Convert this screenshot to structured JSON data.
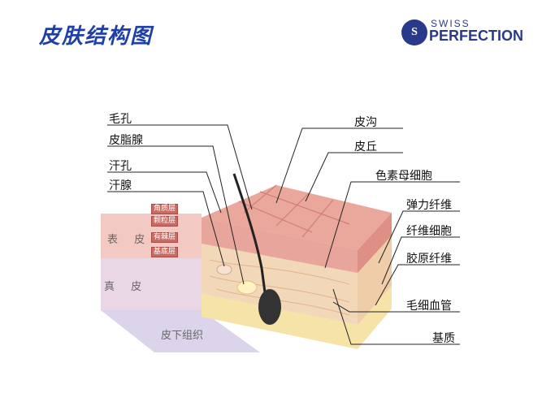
{
  "title": "皮肤结构图",
  "logo": {
    "line1": "SWISS",
    "line2": "PERFECTION",
    "mark": "S"
  },
  "layers": {
    "epidermis": "表 皮",
    "dermis": "真 皮",
    "subcutaneous": "皮下组织",
    "epidermis_sublayers": [
      "角质层",
      "颗粒层",
      "有棘层",
      "基底层"
    ]
  },
  "labels_left": [
    "毛孔",
    "皮脂腺",
    "汗孔",
    "汗腺"
  ],
  "labels_right": [
    "皮沟",
    "皮丘",
    "色素母细胞",
    "弹力纤维",
    "纤维细胞",
    "胶原纤维",
    "毛细血管",
    "基质"
  ],
  "colors": {
    "title": "#1f3fa8",
    "epidermis_band": "#f2c9c3",
    "dermis_band": "#ead7e6",
    "subcutaneous_band": "#dcd4ea"
  }
}
